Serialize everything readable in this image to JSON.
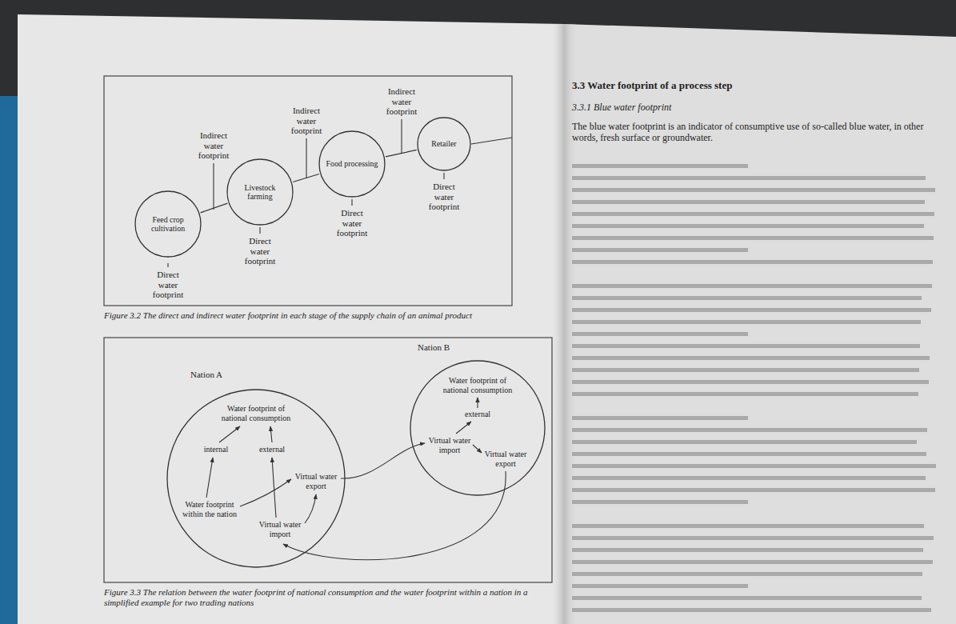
{
  "diagram": {
    "caption": "Figure 3.2 The direct and indirect water footprint in each stage of the supply chain of an animal product",
    "nodes": [
      {
        "text": [
          "Feed crop cultivation"
        ]
      },
      {
        "text": [
          "Livestock farming"
        ]
      },
      {
        "text": [
          "Food processing"
        ]
      },
      {
        "text": [
          "Retailer"
        ]
      },
      {
        "text": [
          "Nation A"
        ]
      },
      {
        "text": [
          "Nation B"
        ]
      }
    ],
    "edges": [
      {
        "from": 0,
        "to": 1,
        "arrow": "none"
      },
      {
        "from": 1,
        "to": 2,
        "arrow": "none"
      },
      {
        "from": 2,
        "to": 3,
        "arrow": "none"
      }
    ],
    "labels": [
      "Indirect water footprint",
      "Indirect water footprint",
      "Indirect water footprint",
      "Direct water footprint",
      "Direct water footprint",
      "Direct water footprint",
      "Direct water footprint",
      "Water footprint of national consumption",
      "internal",
      "external",
      "Virtual water export",
      "Water footprint within the nation",
      "Virtual water import",
      "Water footprint of national consumption",
      "external",
      "Virtual water import",
      "Virtual water export",
      "Figure 3.3 The relation between the water footprint of national consumption and the water footprint within a nation in a simplified example for two trading nations",
      "3.3 Water footprint of a process step",
      "3.3.1 Blue water footprint",
      "The blue water footprint is an indicator of consumptive use of so-called blue water, in other words, fresh surface or groundwater."
    ]
  }
}
